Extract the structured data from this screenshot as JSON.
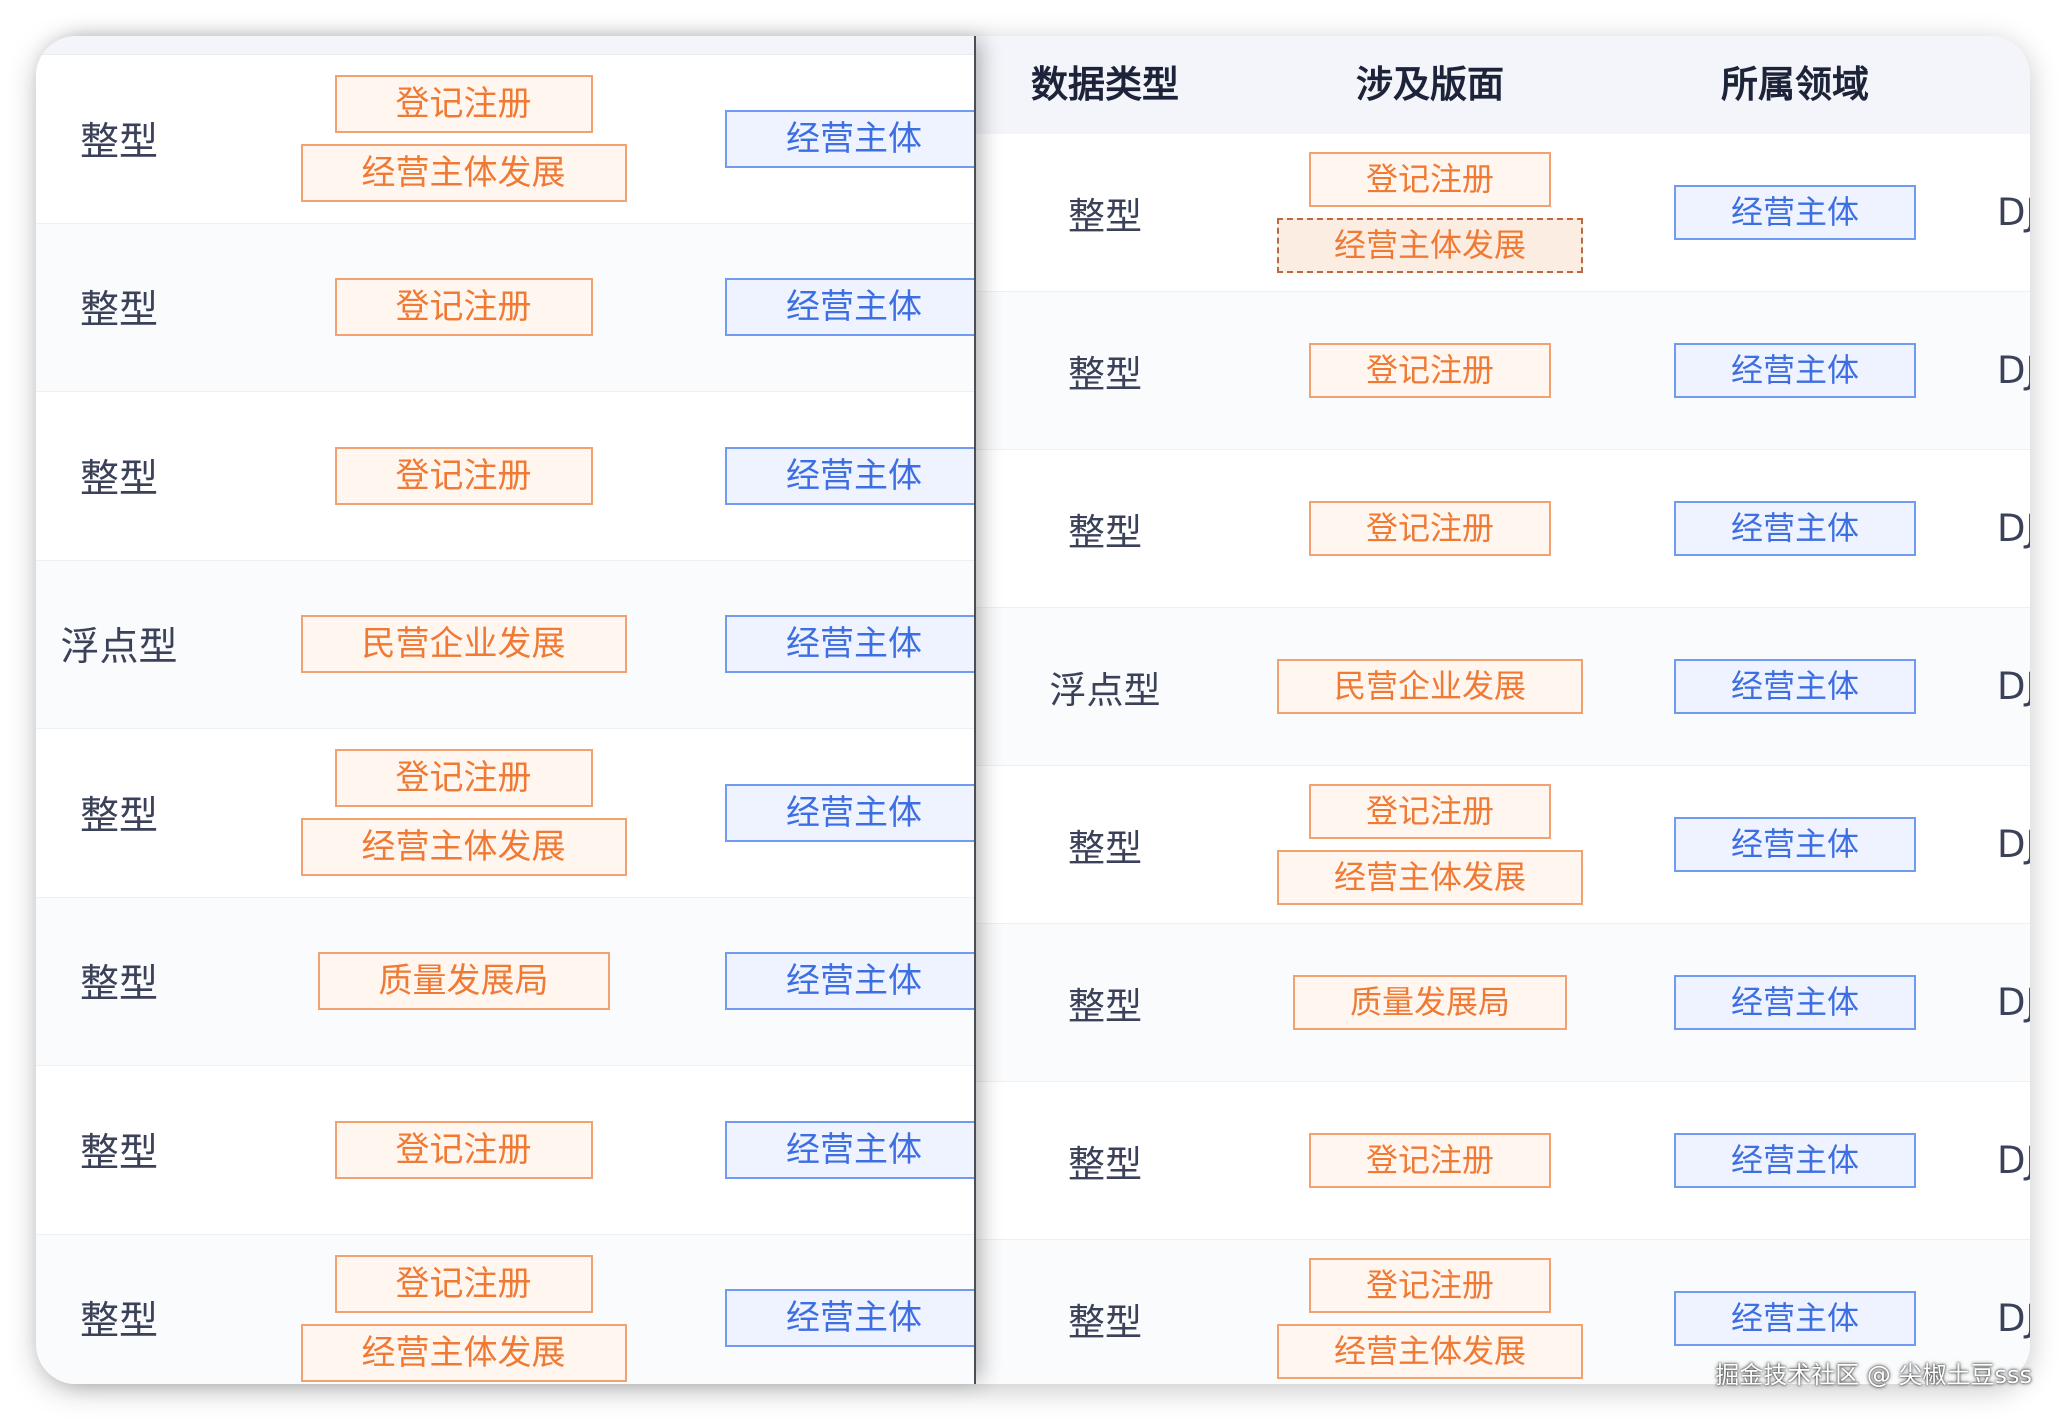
{
  "colors": {
    "page_bg": "#ffffff",
    "text": "#3a4158",
    "header_text": "#1d2439",
    "header_bg": "#f3f5fa",
    "section_tag_text": "#f07a34",
    "section_tag_border": "#f2a271",
    "section_tag_bg": "#fff6f0",
    "domain_tag_text": "#3d6fe3",
    "domain_tag_border": "#6f9cf2",
    "domain_tag_bg": "#eef3ff"
  },
  "left_table": {
    "rows": [
      {
        "type": "整型",
        "sections": [
          "登记注册",
          "经营主体发展"
        ],
        "domain": "经营主体"
      },
      {
        "type": "整型",
        "sections": [
          "登记注册"
        ],
        "domain": "经营主体"
      },
      {
        "type": "整型",
        "sections": [
          "登记注册"
        ],
        "domain": "经营主体"
      },
      {
        "type": "浮点型",
        "sections": [
          "民营企业发展"
        ],
        "domain": "经营主体"
      },
      {
        "type": "整型",
        "sections": [
          "登记注册",
          "经营主体发展"
        ],
        "domain": "经营主体"
      },
      {
        "type": "整型",
        "sections": [
          "质量发展局"
        ],
        "domain": "经营主体"
      },
      {
        "type": "整型",
        "sections": [
          "登记注册"
        ],
        "domain": "经营主体"
      },
      {
        "type": "整型",
        "sections": [
          "登记注册",
          "经营主体发展"
        ],
        "domain": "经营主体"
      }
    ]
  },
  "right_table": {
    "columns": [
      "数据类型",
      "涉及版面",
      "所属领域"
    ],
    "focused_tag": {
      "row": 0,
      "index": 1
    },
    "rows": [
      {
        "type": "整型",
        "sections": [
          "登记注册",
          "经营主体发展"
        ],
        "domain": "经营主体",
        "code": "DJ"
      },
      {
        "type": "整型",
        "sections": [
          "登记注册"
        ],
        "domain": "经营主体",
        "code": "DJ"
      },
      {
        "type": "整型",
        "sections": [
          "登记注册"
        ],
        "domain": "经营主体",
        "code": "DJ"
      },
      {
        "type": "浮点型",
        "sections": [
          "民营企业发展"
        ],
        "domain": "经营主体",
        "code": "DJ"
      },
      {
        "type": "整型",
        "sections": [
          "登记注册",
          "经营主体发展"
        ],
        "domain": "经营主体",
        "code": "DJ"
      },
      {
        "type": "整型",
        "sections": [
          "质量发展局"
        ],
        "domain": "经营主体",
        "code": "DJ"
      },
      {
        "type": "整型",
        "sections": [
          "登记注册"
        ],
        "domain": "经营主体",
        "code": "DJ"
      },
      {
        "type": "整型",
        "sections": [
          "登记注册",
          "经营主体发展"
        ],
        "domain": "经营主体",
        "code": "DJ"
      }
    ]
  },
  "watermark": "掘金技术社区 @ 尖椒土豆sss"
}
